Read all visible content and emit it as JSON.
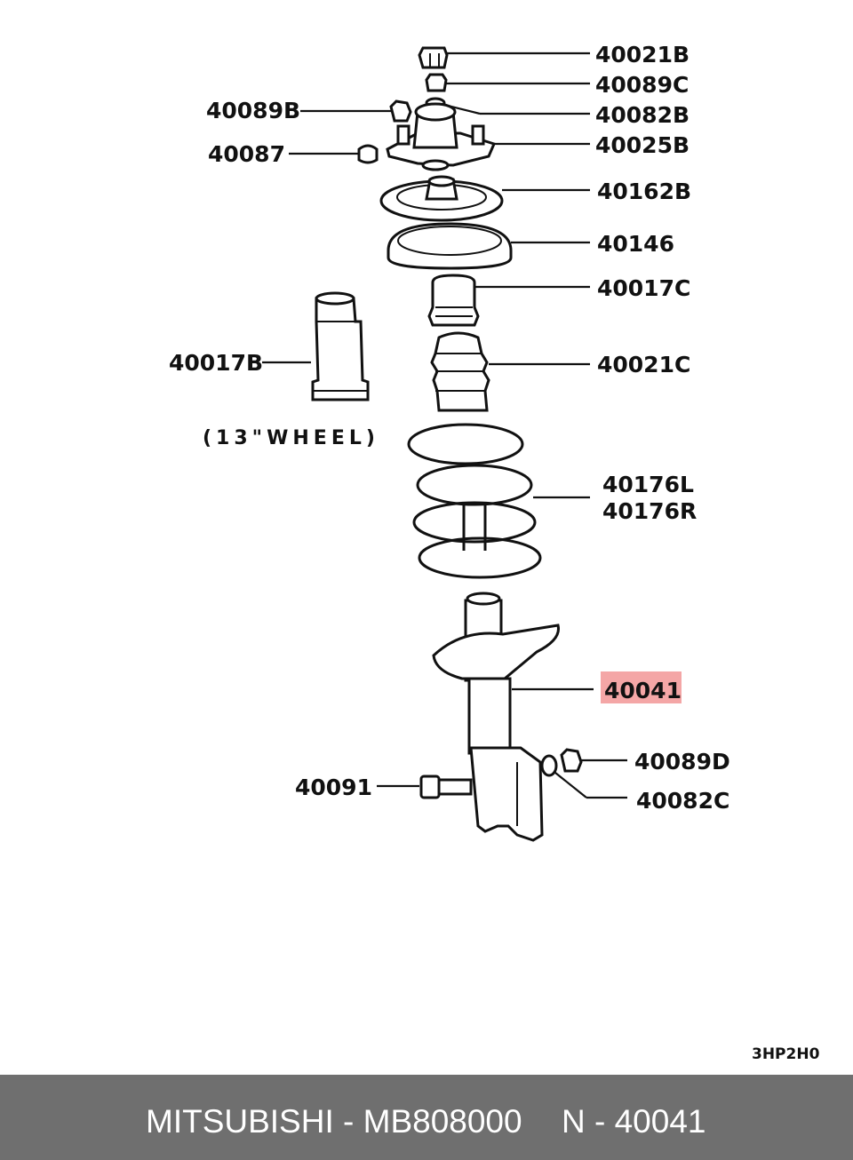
{
  "labels": {
    "l40021b": "40021B",
    "l40089c": "40089C",
    "l40082b": "40082B",
    "l40025b": "40025B",
    "l40089b": "40089B",
    "l40087": "40087",
    "l40162b": "40162B",
    "l40146": "40146",
    "l40017c": "40017C",
    "l40017b": "40017B",
    "l40021c": "40021C",
    "l40176l": "40176L",
    "l40176r": "40176R",
    "l40041": "40041",
    "l40089d": "40089D",
    "l40082c": "40082C",
    "l40091": "40091"
  },
  "note": "(13\"WHEEL)",
  "diagram_code": "3HP2H0",
  "highlight_color": "#f4a6a6",
  "footer": {
    "brand_part": "MITSUBISHI - MB808000",
    "ref": "N - 40041"
  }
}
